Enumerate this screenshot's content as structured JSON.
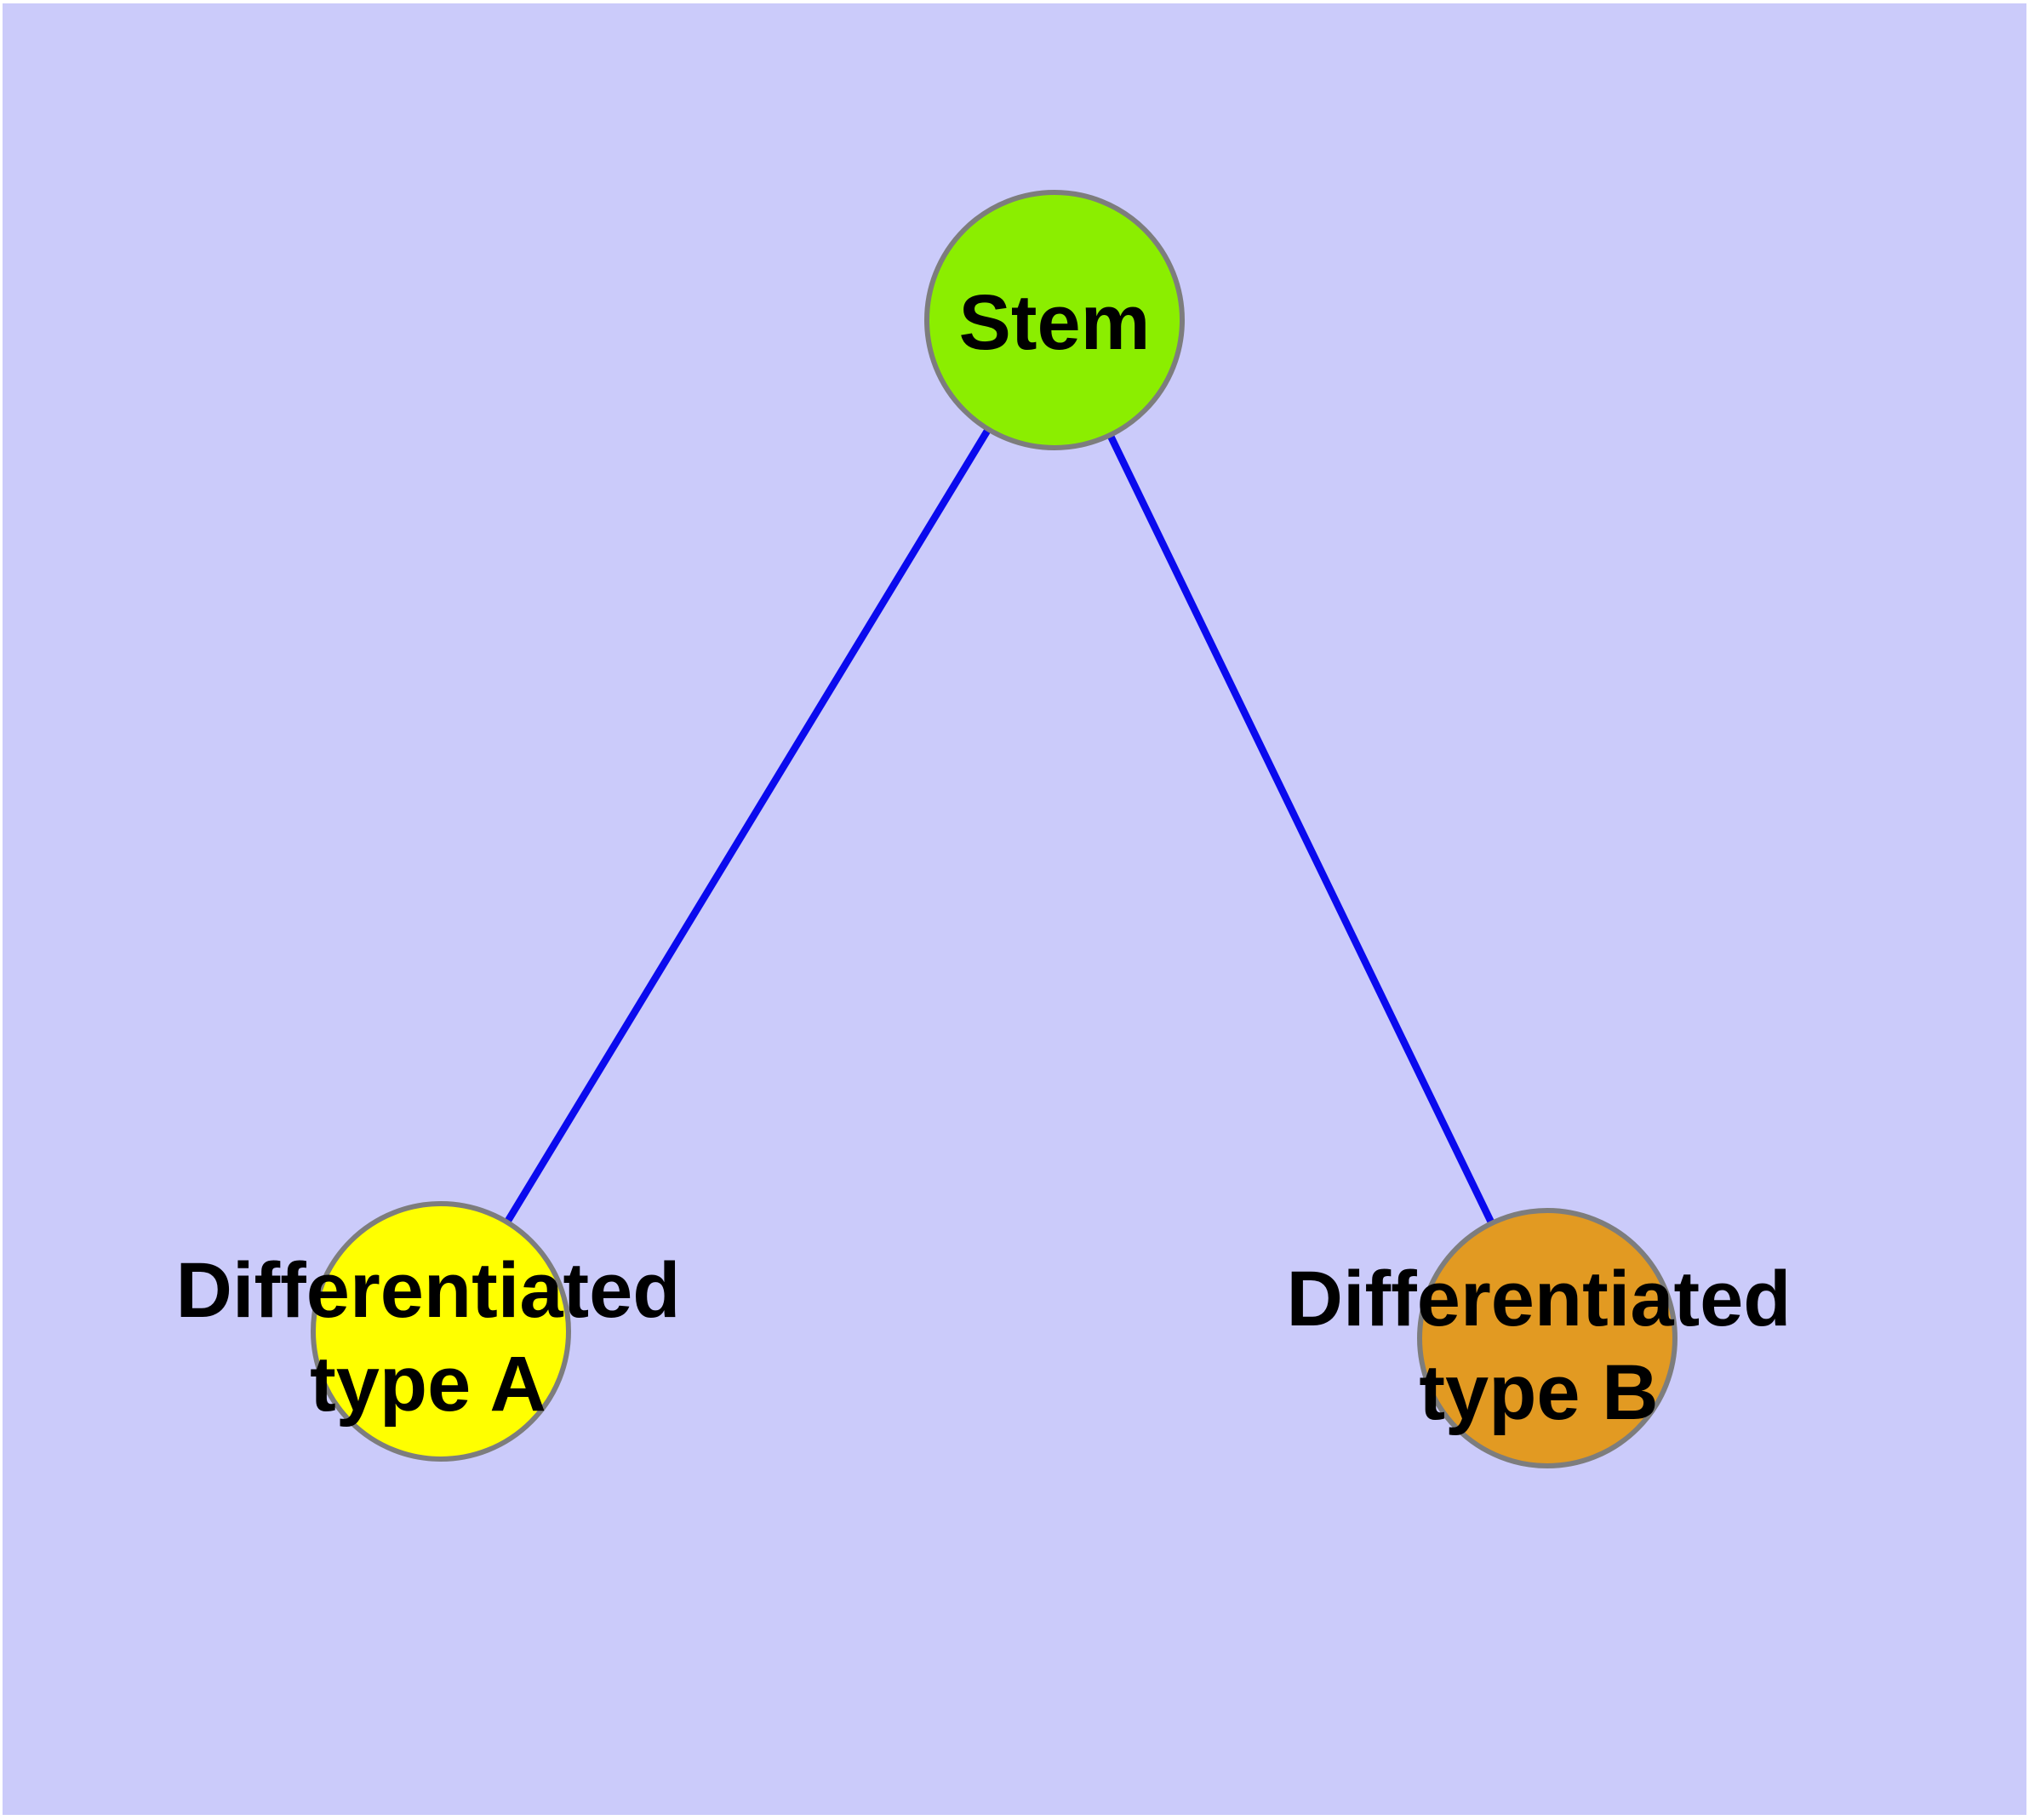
{
  "figure": {
    "type": "graph-diagram",
    "background_color": "#cbcbfa",
    "margin_color": "#ffffff",
    "edge_color": "#0a0aee",
    "node_border_color": "#7d7d7d",
    "label_color": "#000000",
    "nodes": [
      {
        "id": "stem",
        "label": "Stem",
        "lines": [
          "Stem"
        ],
        "fill": "#8bee00"
      },
      {
        "id": "differentiated-type-a",
        "label": "Differentiated type A",
        "lines": [
          "Differentiated",
          "type A"
        ],
        "fill": "#ffff00"
      },
      {
        "id": "differentiated-type-b",
        "label": "Differentiated type B",
        "lines": [
          "Differentiated",
          "type B"
        ],
        "fill": "#e29a22"
      }
    ],
    "edges": [
      {
        "from": "Stem",
        "to": "Differentiated type A"
      },
      {
        "from": "Stem",
        "to": "Differentiated type B"
      }
    ]
  }
}
